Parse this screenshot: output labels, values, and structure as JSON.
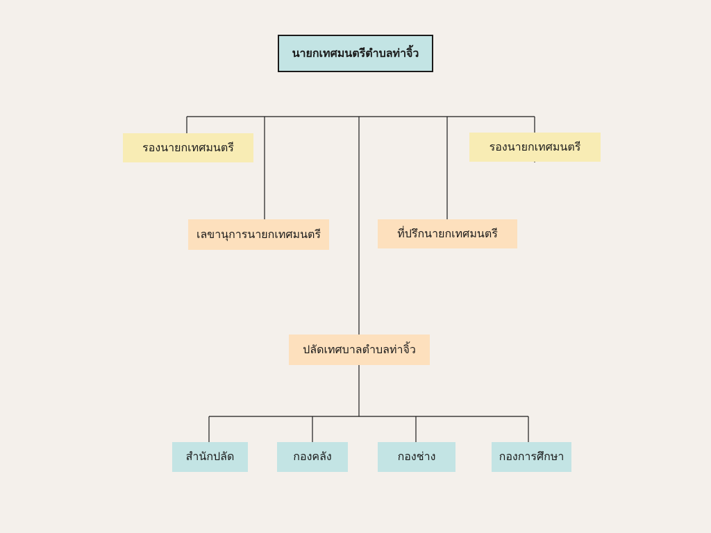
{
  "org_chart": {
    "head": {
      "label": "นายกเทศมนตรีตำบลท่าจิ้ว",
      "color": "#c3e4e4"
    },
    "deputies": [
      {
        "label": "รองนายกเทศมนตรี",
        "color": "#f8ecb4"
      },
      {
        "label": "รองนายกเทศมนตรี",
        "color": "#f8ecb4"
      }
    ],
    "secretary": {
      "label": "เลขานุการนายกเทศมนตรี",
      "color": "#fde0bd"
    },
    "advisor": {
      "label": "ที่ปรึกนายกเทศมนตรี",
      "color": "#fde0bd"
    },
    "municipal_clerk": {
      "label": "ปลัดเทศบาลตำบลท่าจิ้ว",
      "color": "#fde0bd"
    },
    "divisions": [
      {
        "label": "สำนักปลัด"
      },
      {
        "label": "กองคลัง"
      },
      {
        "label": "กองช่าง"
      },
      {
        "label": "กองการศึกษา"
      }
    ]
  },
  "colors": {
    "background": "#f4f0eb",
    "line": "#1a1a1a",
    "division_fill": "#c3e4e4"
  }
}
